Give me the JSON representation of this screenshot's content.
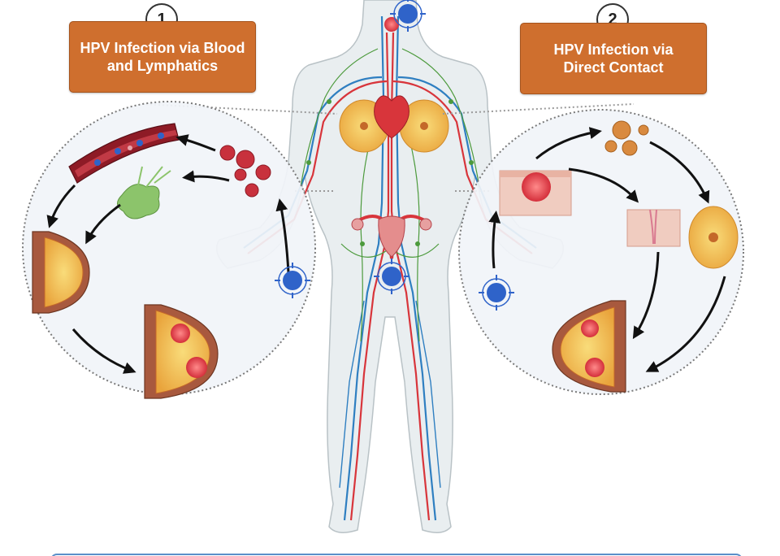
{
  "pathways": [
    {
      "step": "1",
      "title": "HPV Infection via Blood\nand Lymphatics"
    },
    {
      "step": "2",
      "title": "HPV Infection via\nDirect Contact"
    }
  ],
  "colors": {
    "title_box": "#cf6f2e",
    "artery": "#d8353b",
    "vein": "#2f7fc1",
    "lymph": "#4c9a3c",
    "target_marker": "#2f63c9",
    "tumor": "#e0434b",
    "breast_tissue": "#f3c14b",
    "skin": "#f0ccc0",
    "panel_border": "#5b8fc9"
  },
  "icons": {
    "target": "crosshair-target-icon",
    "arrow": "curved-arrow-icon",
    "virus": "hpv-virion-icon"
  }
}
